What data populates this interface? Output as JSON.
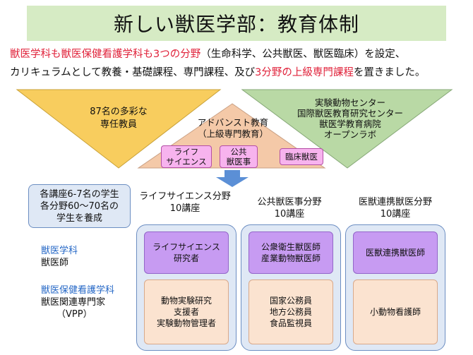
{
  "title": "新しい獣医学部：教育体制",
  "intro": {
    "line1_red": "獣医学科も獣医保健看護学科も3つの分野",
    "line1_black": "（生命科学、公共獣医、獣医臨床）を設定、",
    "line2_black": "カリキュラムとして教養・基礎課程、専門課程、及び",
    "line2_red": "3分野の上級専門課程",
    "line2_end": "を置きました。"
  },
  "left_triangle": {
    "line1": "87名の多彩な",
    "line2": "専任教員"
  },
  "right_triangle": {
    "lines": [
      "実験動物センター",
      "国際獣医教育研究センター",
      "獣医学教育病院",
      "オープンラボ"
    ]
  },
  "center_triangle": {
    "line1": "アドバンスト教育",
    "line2": "（上級専門教育）",
    "tags": [
      {
        "line1": "ライフ",
        "line2": "サイエンス"
      },
      {
        "line1": "公共",
        "line2": "獣医事"
      },
      {
        "line1": "臨床獣医",
        "line2": ""
      }
    ]
  },
  "info_box": {
    "lines": [
      "各講座6-7名の学生",
      "各分野60～70名の",
      "学生を養成"
    ]
  },
  "columns": [
    {
      "head1": "ライフサイエンス分野",
      "head2": "10講座",
      "top": [
        "ライフサイエンス",
        "研究者"
      ],
      "bottom": [
        "動物実験研究",
        "支援者",
        "実験動物管理者"
      ]
    },
    {
      "head1": "公共獣医事分野",
      "head2": "10講座",
      "top": [
        "公衆衛生獣医師",
        "産業動物獣医師"
      ],
      "bottom": [
        "国家公務員",
        "地方公務員",
        "食品監視員"
      ]
    },
    {
      "head1": "医獣連携獣医分野",
      "head2": "10講座",
      "top": [
        "医獣連携獣医師"
      ],
      "bottom": [
        "小動物看護師"
      ]
    }
  ],
  "side_labels": {
    "vet_dept": "獣医学科",
    "vet_career": "獣医師",
    "nursing_dept": "獣医保健看護学科",
    "nursing_career1": "獣医関連専門家",
    "nursing_career2": "（VPP）"
  },
  "colors": {
    "title_bg": "#d6ebc4",
    "accent_red": "#e0223a",
    "accent_blue": "#2467c6",
    "left_triangle": "#f8cd5e",
    "center_triangle": "#f4c9a8",
    "right_triangle": "#b9d9a5",
    "arrow": "#5b8fd6",
    "column_box": "#dfe8f5",
    "purple_box": "#c79bf2",
    "peach_box": "#fbe3d0",
    "pink_tag": "#f7b3ee"
  }
}
